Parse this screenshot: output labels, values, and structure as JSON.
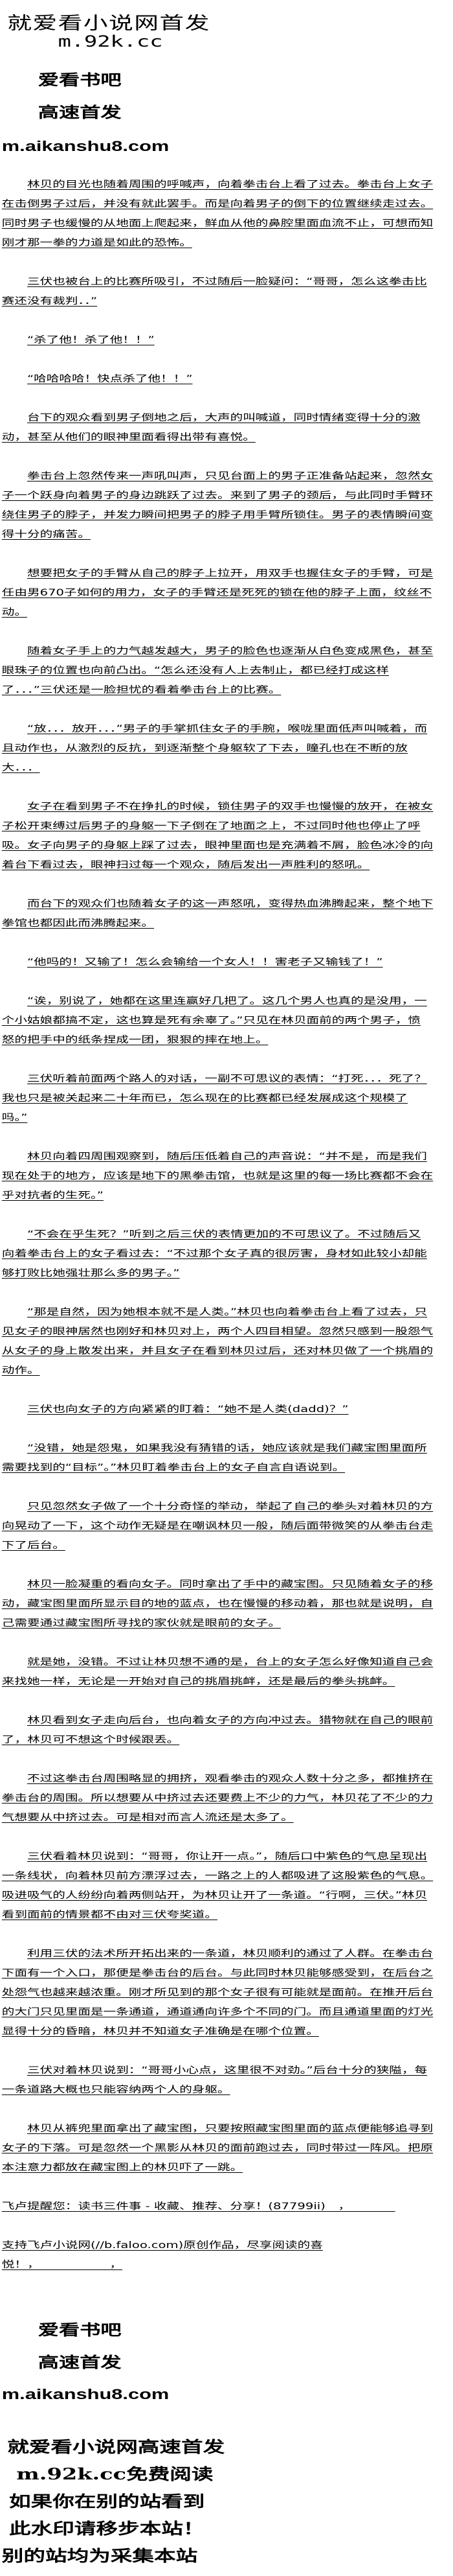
{
  "header": {
    "watermark_line1": "就爱看小说网首发",
    "watermark_line2": "m.92k.cc",
    "brand_line1": "爱看书吧",
    "brand_line2": "高速首发",
    "brand_url": "m.aikanshu8.com"
  },
  "body": {
    "paragraphs": [
      "林贝的目光也随着周围的呼喊声，向着拳击台上看了过去。拳击台上女子在击倒男子过后，并没有就此罢手。而是向着男子的倒下的位置继续走过去。同时男子也缓慢的从地面上爬起来，鲜血从他的鼻腔里面血流不止，可想而知刚才那一拳的力道是如此的恐怖。",
      "三伏也被台上的比赛所吸引，不过随后一脸疑问：“哥哥，怎么这拳击比赛还没有裁判．．”",
      "“杀了他！杀了他！！”",
      "“哈哈哈哈！快点杀了他！！”",
      "台下的观众看到男子倒地之后，大声的叫喊道，同时情绪变得十分的激动，甚至从他们的眼神里面看得出带有喜悦。",
      "拳击台上忽然传来一声吼叫声，只见台面上的男子正准备站起来，忽然女子一个跃身向着男子的身边跳跃了过去。来到了男子的颈后，与此同时手臂环绕住男子的脖子，并发力瞬间把男子的脖子用手臂所锁住。男子的表情瞬间变得十分的痛苦。",
      "想要把女子的手臂从自己的脖子上拉开，用双手也握住女子的手臂，可是任由男670子如何的用力，女子的手臂还是死死的锁在他的脖子上面，纹丝不动。",
      "随着女子手上的力气越发越大，男子的脸色也逐渐从白色变成黑色，甚至眼珠子的位置也向前凸出。“怎么还没有人上去制止，都已经打成这样了．．．”三伏还是一脸担忧的看着拳击台上的比赛。",
      "“放．．．放开．．．”男子的手掌抓住女子的手腕，喉咙里面低声叫喊着，而且动作也，从激烈的反抗，到逐渐整个身躯软了下去，瞳孔也在不断的放大．．．",
      "女子在看到男子不在挣扎的时候，锁住男子的双手也慢慢的放开，在被女子松开束缚过后男子的身躯一下子倒在了地面之上，不过同时他也停止了呼吸。女子向男子的身躯上踩了过去，眼神里面也是充满着不屑，脸色冰冷的向着台下看过去，眼神扫过每一个观众，随后发出一声胜利的怒吼。",
      "而台下的观众们也随着女子的这一声怒吼，变得热血沸腾起来，整个地下拳馆也都因此而沸腾起来。",
      "“他吗的！又输了！怎么会输给一个女人！！害老子又输钱了！”",
      "“诶，别说了，她都在这里连赢好几把了。这几个男人也真的是没用，一个小姑娘都搞不定，这也算是死有余辜了。”只见在林贝面前的两个男子，愤怒的把手中的纸条捏成一团，狠狠的摔在地上。",
      "三伏听着前面两个路人的对话，一副不可思议的表情：“打死．．．死了？我也只是被关起来二十年而已，怎么现在的比赛都已经发展成这个规模了吗。”",
      "林贝向着四周围观察到，随后压低着自己的声音说：“并不是，而是我们现在处于的地方，应该是地下的黑拳击馆，也就是这里的每一场比赛都不会在乎对抗者的生死。”",
      "“不会在乎生死？”听到之后三伏的表情更加的不可思议了。不过随后又向着拳击台上的女子看过去：“不过那个女子真的很厉害，身材如此较小却能够打败比她强壮那么多的男子。”",
      "“那是自然，因为她根本就不是人类。”林贝也向着拳击台上看了过去，只见女子的眼神居然也刚好和林贝对上，两个人四目相望。忽然只感到一股怨气从女子的身上散发出来，并且女子在看到林贝过后，还对林贝做了一个挑眉的动作。",
      "三伏也向女子的方向紧紧的盯着：“她不是人类(dadd)？”",
      "“没错，她是怨鬼，如果我没有猜错的话，她应该就是我们藏宝图里面所需要找到的“目标”。”林贝盯着拳击台上的女子自言自语说到。",
      "只见忽然女子做了一个十分奇怪的举动，举起了自己的拳头对着林贝的方向晃动了一下，这个动作无疑是在嘲讽林贝一般，随后面带微笑的从拳击台走下了后台。",
      "林贝一脸凝重的看向女子。同时拿出了手中的藏宝图。只见随着女子的移动，藏宝图里面所显示目的地的蓝点，也在慢慢的移动着，那也就是说明，自己需要通过藏宝图所寻找的家伙就是眼前的女子。",
      "就是她，没错。不过让林贝想不通的是，台上的女子怎么好像知道自己会来找她一样，无论是一开始对自己的挑眉挑衅，还是最后的拳头挑衅。",
      "林贝看到女子走向后台，也向着女子的方向冲过去。猎物就在自己的眼前了，林贝可不想这个时候跟丢。",
      "不过这拳击台周围略显的拥挤，观看拳击的观众人数十分之多，都推挤在拳击台的周围。所以想要从中挤过去还要费上不少的力气，林贝花了不少的力气想要从中挤过去。可是相对而言人流还是太多了。",
      "三伏看着林贝说到：“哥哥，你让开一点。”，随后口中紫色的气息呈现出一条线状，向着林贝前方漂浮过去，一路之上的人都吸进了这股紫色的气息。吸进吸气的人纷纷向着两侧站开，为林贝让开了一条道。“行啊，三伏。”林贝看到面前的情景都不由对三伏夸奖道。",
      "利用三伏的法术所开拓出来的一条道，林贝顺利的通过了人群。在拳击台下面有一个入口，那便是拳击台的后台。与此同时林贝能够感受到，在后台之处怨气也越来越浓重。刚才所见到的那个女子很有可能就是面前。在推开后台的大门只见里面是一条通道，通道通向许多个不同的门。而且通道里面的灯光显得十分的昏暗，林贝并不知道女子准确是在哪个位置。",
      "三伏对着林贝说到：“哥哥小心点，这里很不对劲。”后台十分的狭隘，每一条道路大概也只能容纳两个人的身躯。",
      "林贝从裤兜里面拿出了藏宝图，只要按照藏宝图里面的蓝点便能够追寻到女子的下落。可是忽然一个黑影从林贝的面前跑过去，同时带过一阵风。把原本注意力都放在藏宝图上的林贝吓了一跳。"
    ],
    "notes": [
      "飞卢提醒您：读书三件事 - 收藏、推荐、分享！(87799ii)　，　　　　",
      "支持飞卢小说网(//b.faloo.com)原创作品，尽享阅读的喜悦！，　　　　　　，"
    ]
  },
  "footer": {
    "brand_line1": "爱看书吧",
    "brand_line2": "高速首发",
    "brand_url": "m.aikanshu8.com",
    "watermark_lines": [
      "就爱看小说网高速首发",
      "m.92k.cc免费阅读",
      "如果你在别的站看到",
      "此水印请移步本站！",
      "别的站均为采集本站"
    ]
  }
}
